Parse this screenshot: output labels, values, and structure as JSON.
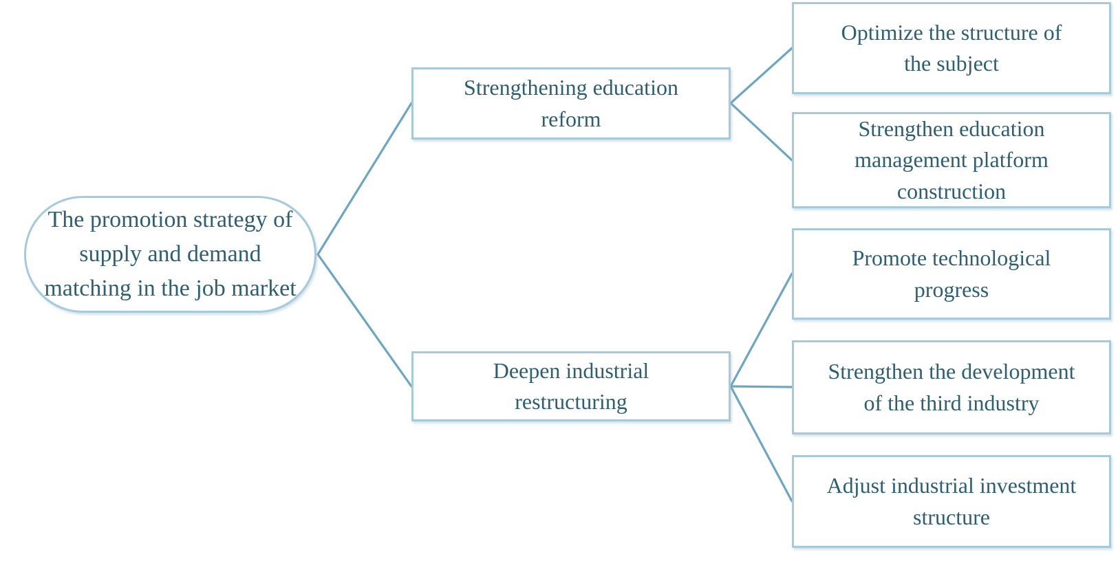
{
  "diagram": {
    "root": {
      "label": "The promotion strategy of\nsupply and demand\nmatching in the job market"
    },
    "branches": [
      {
        "label": "Strengthening education\nreform",
        "children": [
          {
            "label": "Optimize the structure of\nthe subject"
          },
          {
            "label": "Strengthen education\nmanagement platform\nconstruction"
          }
        ]
      },
      {
        "label": "Deepen industrial\nrestructuring",
        "children": [
          {
            "label": "Promote technological\nprogress"
          },
          {
            "label": "Strengthen the development\nof the third industry"
          },
          {
            "label": "Adjust industrial investment\nstructure"
          }
        ]
      }
    ],
    "colors": {
      "node_border": "#a4cadb",
      "connector_line": "#6ba6c4",
      "text": "#2d5f72",
      "background": "#ffffff"
    }
  }
}
